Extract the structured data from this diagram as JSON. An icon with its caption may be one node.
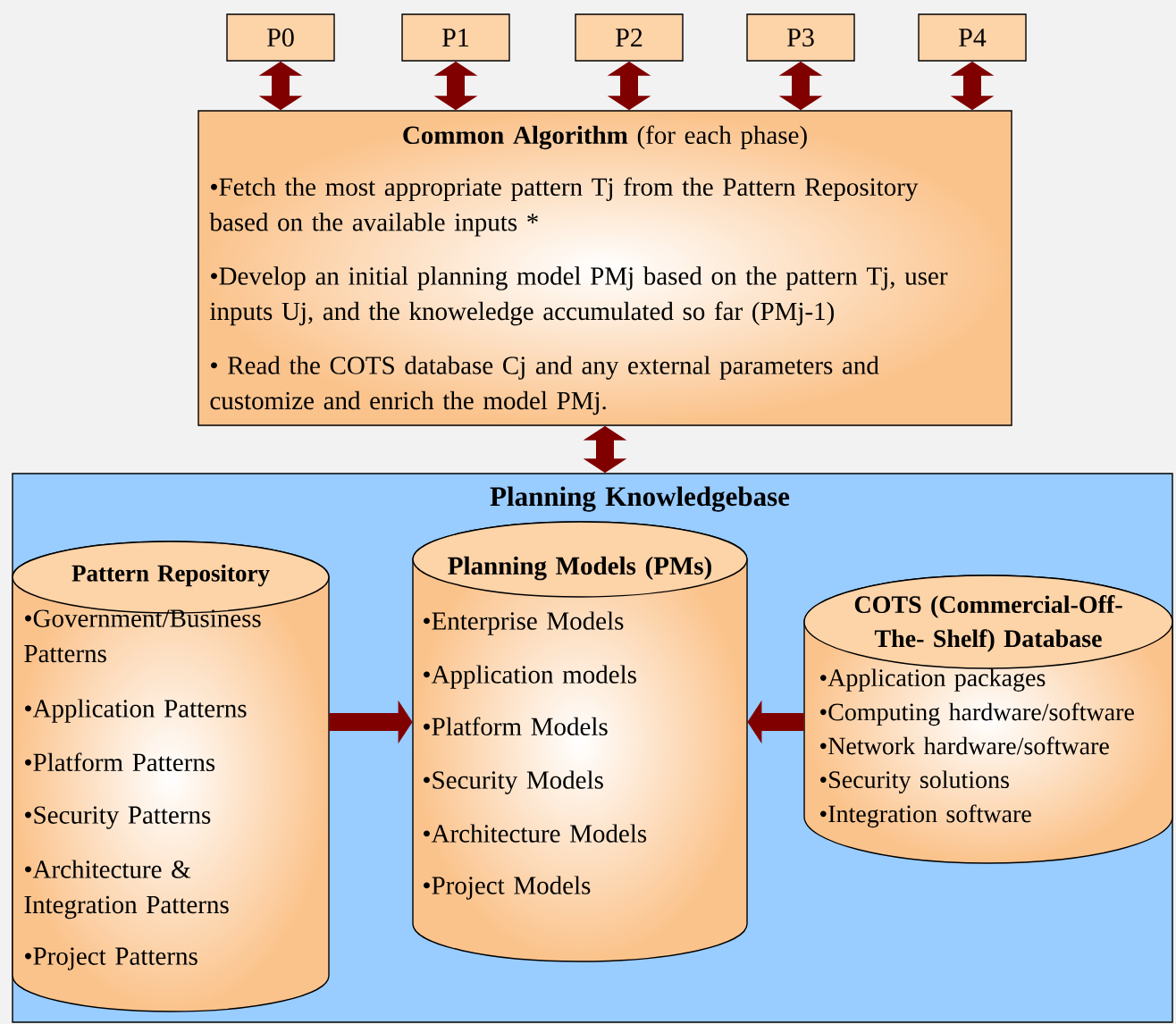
{
  "diagram": {
    "nodes": [
      {
        "text": [
          "P0"
        ]
      },
      {
        "text": [
          "P1"
        ]
      },
      {
        "text": [
          "P2"
        ]
      },
      {
        "text": [
          "P3"
        ]
      },
      {
        "text": [
          "P4"
        ]
      },
      {
        "text": [
          "**Common Algorithm** (for each phase)",
          "•Fetch the most appropriate pattern Tj from the Pattern Repository based on the available inputs  *",
          "•Develop an initial planning model PMj based on the pattern Tj, user inputs Uj, and the knoweledge accumulated so far (PMj-1)",
          "• Read the COTS database Cj and any external parameters and customize and enrich the model PMj."
        ]
      },
      {
        "text": [
          "Planning Knowledgebase"
        ]
      },
      {
        "text": [
          "Pattern Repository",
          "•Government/Business Patterns",
          "•Application Patterns",
          "•Platform Patterns",
          "•Security Patterns",
          "•Architecture & Integration Patterns",
          "•Project Patterns"
        ],
        "in": 6
      },
      {
        "text": [
          "Planning Models (PMs)",
          "•Enterprise Models",
          "•Application models",
          "•Platform Models",
          "•Security Models",
          "•Architecture Models",
          "•Project Models"
        ],
        "in": 6
      },
      {
        "text": [
          "COTS (Commercial-Off-The- Shelf) Database",
          "•Application packages",
          "•Computing hardware/software",
          "•Network hardware/software",
          "•Security solutions",
          "•Integration software"
        ],
        "in": 6
      }
    ],
    "edges": [
      {
        "from": 0,
        "to": 5,
        "arrow": "both"
      },
      {
        "from": 1,
        "to": 5,
        "arrow": "both"
      },
      {
        "from": 2,
        "to": 5,
        "arrow": "both"
      },
      {
        "from": 3,
        "to": 5,
        "arrow": "both"
      },
      {
        "from": 4,
        "to": 5,
        "arrow": "both"
      },
      {
        "from": 5,
        "to": 6,
        "arrow": "both"
      },
      {
        "from": 7,
        "to": 8,
        "arrow": "to"
      },
      {
        "from": 9,
        "to": 8,
        "arrow": "to"
      }
    ]
  }
}
